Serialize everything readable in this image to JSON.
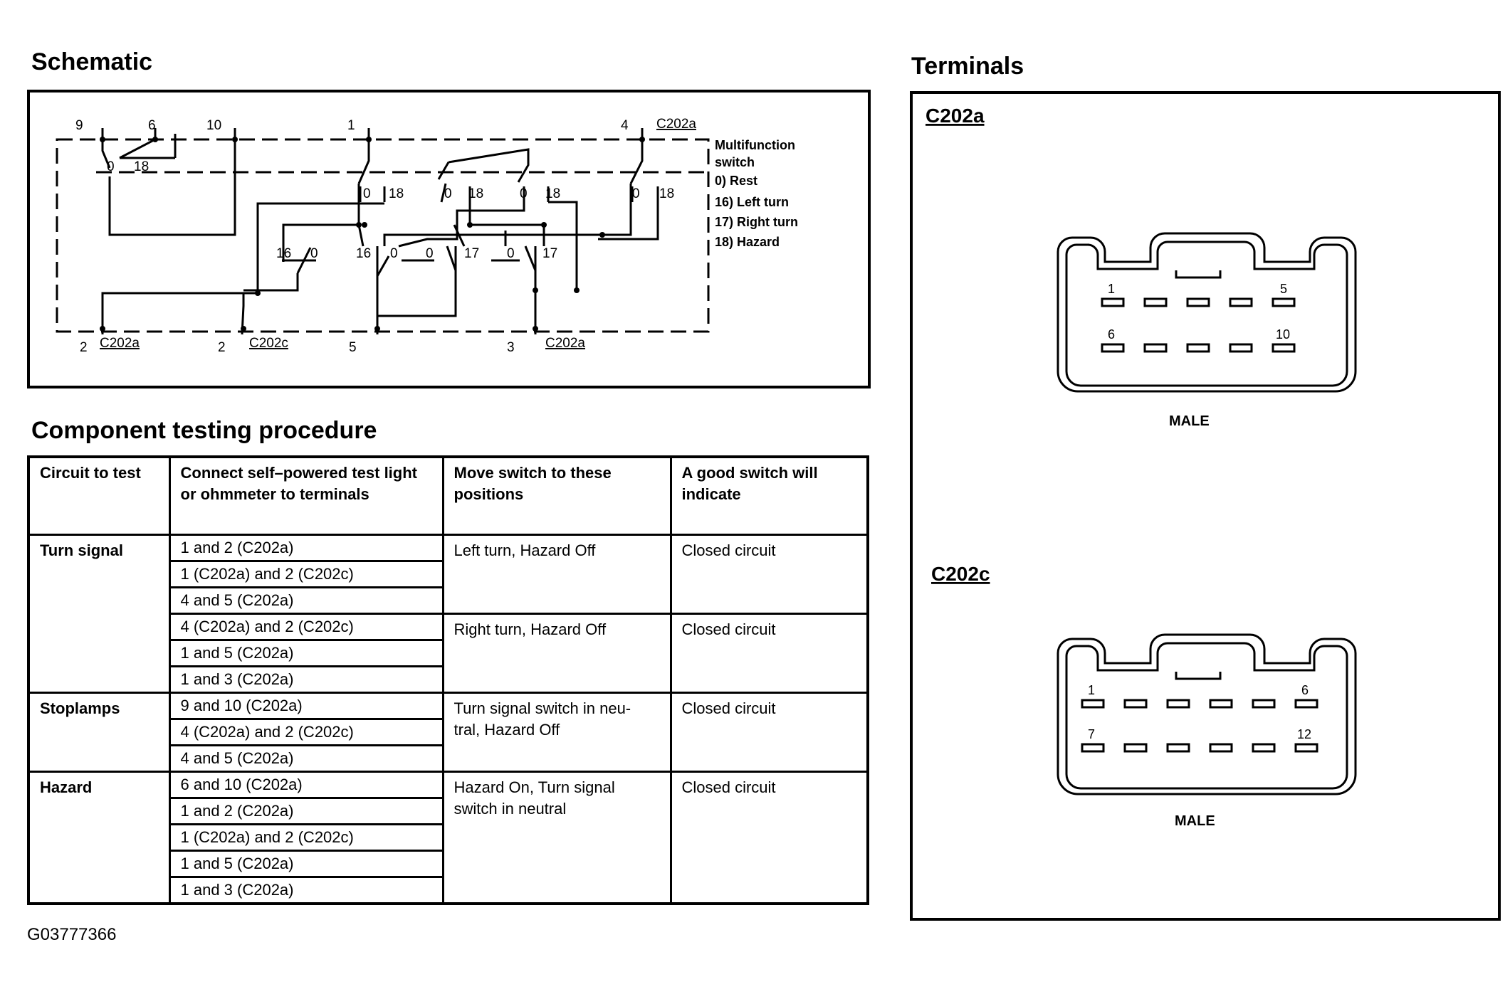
{
  "schematic": {
    "title": "Schematic",
    "switch_legend": [
      "Multifunction",
      "switch",
      "0)   Rest",
      "16) Left turn",
      "17) Right turn",
      "18) Hazard"
    ],
    "top_pins": [
      "9",
      "6",
      "10",
      "1",
      "4"
    ],
    "top_connector": "C202a",
    "bottom_pins": [
      {
        "pin": "2",
        "connector": "C202a"
      },
      {
        "pin": "2",
        "connector": "C202c"
      },
      {
        "pin": "5",
        "connector": ""
      },
      {
        "pin": "3",
        "connector": "C202a"
      }
    ],
    "position_labels": [
      "0",
      "18",
      "0",
      "18",
      "0",
      "18",
      "0",
      "18",
      "0",
      "18",
      "16",
      "0",
      "16",
      "0",
      "0",
      "17",
      "0",
      "17"
    ]
  },
  "procedure": {
    "title": "Component testing procedure",
    "headers": [
      "Circuit to test",
      "Connect self–powered test light or ohmmeter to terminals",
      "Move switch to these positions",
      "A good switch will indicate"
    ],
    "groups": [
      {
        "circuit": "Turn signal",
        "terminals": [
          "1 and 2 (C202a)",
          "1 (C202a) and 2 (C202c)",
          "4 and 5 (C202a)"
        ],
        "position": "Left turn, Hazard Off",
        "result": "Closed circuit"
      },
      {
        "circuit": "",
        "terminals": [
          "4 (C202a) and 2 (C202c)",
          "1 and 5 (C202a)",
          "1 and 3 (C202a)"
        ],
        "position": "Right turn, Hazard Off",
        "result": "Closed circuit"
      },
      {
        "circuit": "Stoplamps",
        "terminals": [
          "9 and 10 (C202a)",
          "4 (C202a) and 2 (C202c)",
          "4 and 5 (C202a)"
        ],
        "position": "Turn signal switch in neu- tral, Hazard Off",
        "result": "Closed circuit"
      },
      {
        "circuit": "Hazard",
        "terminals": [
          "6 and 10 (C202a)",
          "1 and 2 (C202a)",
          "1 (C202a) and 2 (C202c)",
          "1 and 5 (C202a)",
          "1 and 3 (C202a)"
        ],
        "position": "Hazard On, Turn signal switch in neutral",
        "result": "Closed circuit"
      }
    ]
  },
  "terminals": {
    "title": "Terminals",
    "connectors": [
      {
        "name": "C202a",
        "pin_labels": [
          "1",
          "5",
          "6",
          "10"
        ],
        "gender": "MALE"
      },
      {
        "name": "C202c",
        "pin_labels": [
          "1",
          "6",
          "7",
          "12"
        ],
        "gender": "MALE"
      }
    ]
  },
  "figure_id": "G03777366"
}
